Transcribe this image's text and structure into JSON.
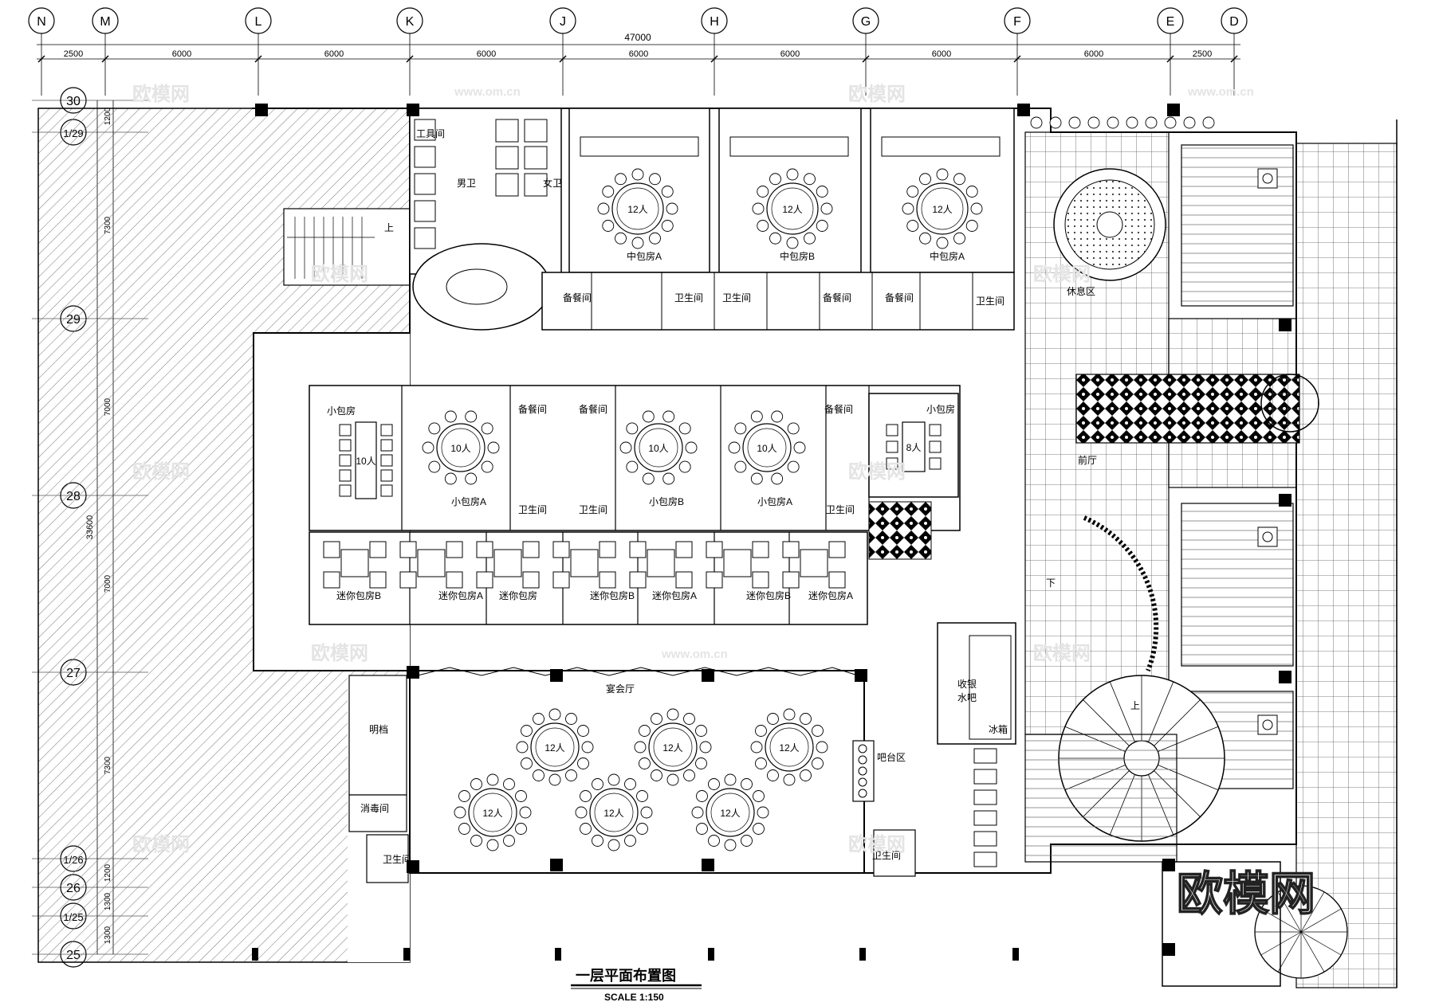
{
  "grid": {
    "columns": [
      "N",
      "M",
      "L",
      "K",
      "J",
      "H",
      "G",
      "F",
      "E",
      "D"
    ],
    "rows": [
      "30",
      "1/29",
      "29",
      "28",
      "27",
      "1/26",
      "26",
      "1/25",
      "25"
    ]
  },
  "dimensions": {
    "total": "47000",
    "spans": [
      "2500",
      "6000",
      "6000",
      "6000",
      "6000",
      "6000",
      "6000",
      "6000",
      "2500"
    ],
    "left_total": "33600",
    "left_spans": [
      "1200",
      "7300",
      "7000",
      "7000",
      "7300",
      "1200",
      "1300",
      "1300"
    ]
  },
  "rooms": {
    "tool_room": "工具间",
    "mens_wc": "男卫",
    "womens_wc": "女卫",
    "stair_up": "上",
    "stair_down": "下",
    "mid_room_a": "中包房A",
    "mid_room_b": "中包房B",
    "mid_room_a2": "中包房A",
    "pantry": "备餐间",
    "wc": "卫生间",
    "lounge": "休息区",
    "small_room": "小包房",
    "small_room_a": "小包房A",
    "small_room_b": "小包房B",
    "mini_room": "迷你包房",
    "mini_room_a": "迷你包房A",
    "mini_room_b": "迷你包房B",
    "front_hall": "前厅",
    "banquet_hall": "宴会厅",
    "open_kitchen": "明档",
    "sterilize_room": "消毒间",
    "bar_area": "吧台区",
    "cashier": "收银",
    "water_bar": "水吧",
    "ice_box": "冰箱"
  },
  "tables": {
    "seat12": "12人",
    "seat10": "10人",
    "seat8": "8人"
  },
  "title": "一层平面布置图",
  "scale": "SCALE 1:150",
  "watermark": {
    "logo": "欧模网",
    "url": "www.om.cn"
  }
}
